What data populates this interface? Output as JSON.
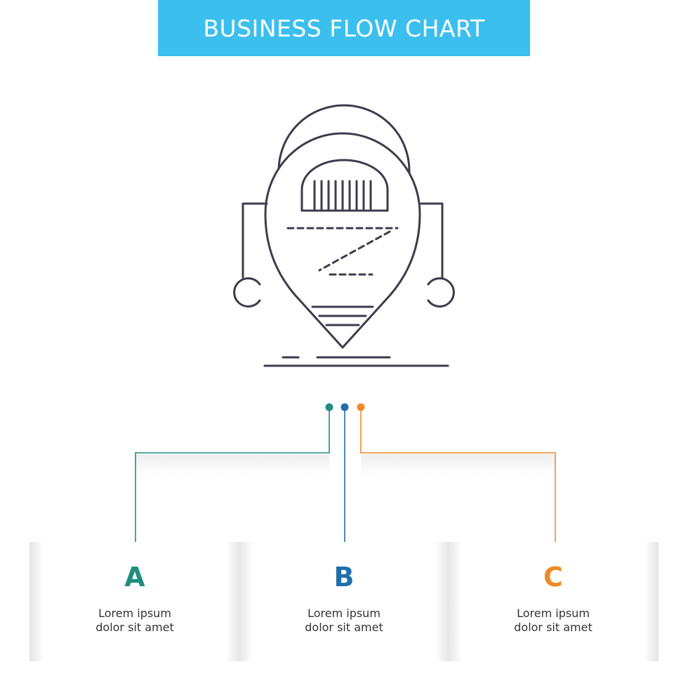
{
  "banner": {
    "title": "BUSINESS FLOW CHART"
  },
  "colors": {
    "banner": "#3bbfee",
    "a": "#1e8e80",
    "b": "#1f6fa8",
    "c": "#ef8a24",
    "icon_stroke": "#3e3b4c"
  },
  "icon": {
    "name": "robot-beta-icon"
  },
  "cards": [
    {
      "letter": "A",
      "line1": "Lorem ipsum",
      "line2": "dolor sit amet"
    },
    {
      "letter": "B",
      "line1": "Lorem ipsum",
      "line2": "dolor sit amet"
    },
    {
      "letter": "C",
      "line1": "Lorem ipsum",
      "line2": "dolor sit amet"
    }
  ]
}
